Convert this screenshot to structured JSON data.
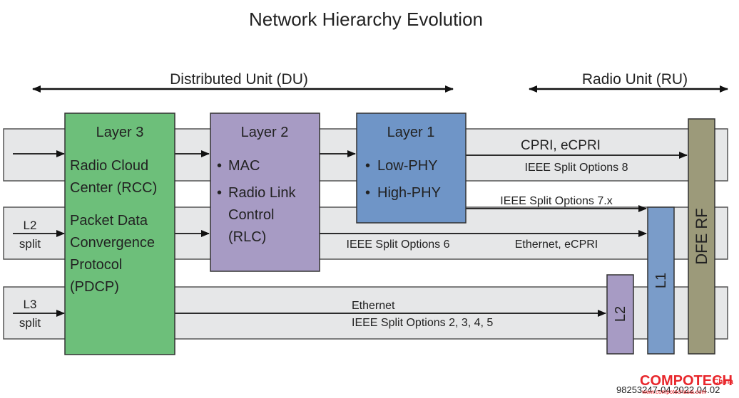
{
  "title": "Network Hierarchy Evolution",
  "spans": {
    "du": "Distributed Unit (DU)",
    "ru": "Radio Unit (RU)"
  },
  "layer3": {
    "title": "Layer 3",
    "lines": [
      "Radio Cloud",
      "Center (RCC)",
      "Packet Data",
      "Convergence",
      "Protocol",
      "(PDCP)"
    ]
  },
  "layer2": {
    "title": "Layer 2",
    "bullet": "•",
    "lines": [
      "MAC",
      "Radio Link",
      "Control",
      "(RLC)"
    ]
  },
  "layer1": {
    "title": "Layer 1",
    "bullet": "•",
    "lines": [
      "Low-PHY",
      "High-PHY"
    ]
  },
  "lanes": {
    "l2_split": [
      "L2",
      "split"
    ],
    "l3_split": [
      "L3",
      "split"
    ]
  },
  "labels": {
    "cpri": "CPRI, eCPRI",
    "opt8": "IEEE Split Options 8",
    "opt7": "IEEE Split Options 7.x",
    "opt6": "IEEE Split Options 6",
    "eth_ecpri": "Ethernet, eCPRI",
    "ethernet": "Ethernet",
    "opt2345": "IEEE Split Options 2, 3, 4, 5"
  },
  "ru_blocks": {
    "dfe_rf": "DFE RF",
    "l1": "L1",
    "l2": "L2"
  },
  "footer": {
    "code": "98253247-04 2022.04.02",
    "watermark": "COMPOTECH",
    "watermark_small": "China",
    "watermark_url": "www.compotechasia.com"
  },
  "colors": {
    "lane_fill": "#e6e7e8",
    "layer3": "#6dbf7a",
    "layer2": "#a79bc4",
    "layer1": "#6f95c7",
    "ru_l1": "#7a9cc9",
    "ru_l2": "#a79bc4",
    "dfe_rf": "#9c9a7a",
    "watermark": "#e8262b"
  }
}
